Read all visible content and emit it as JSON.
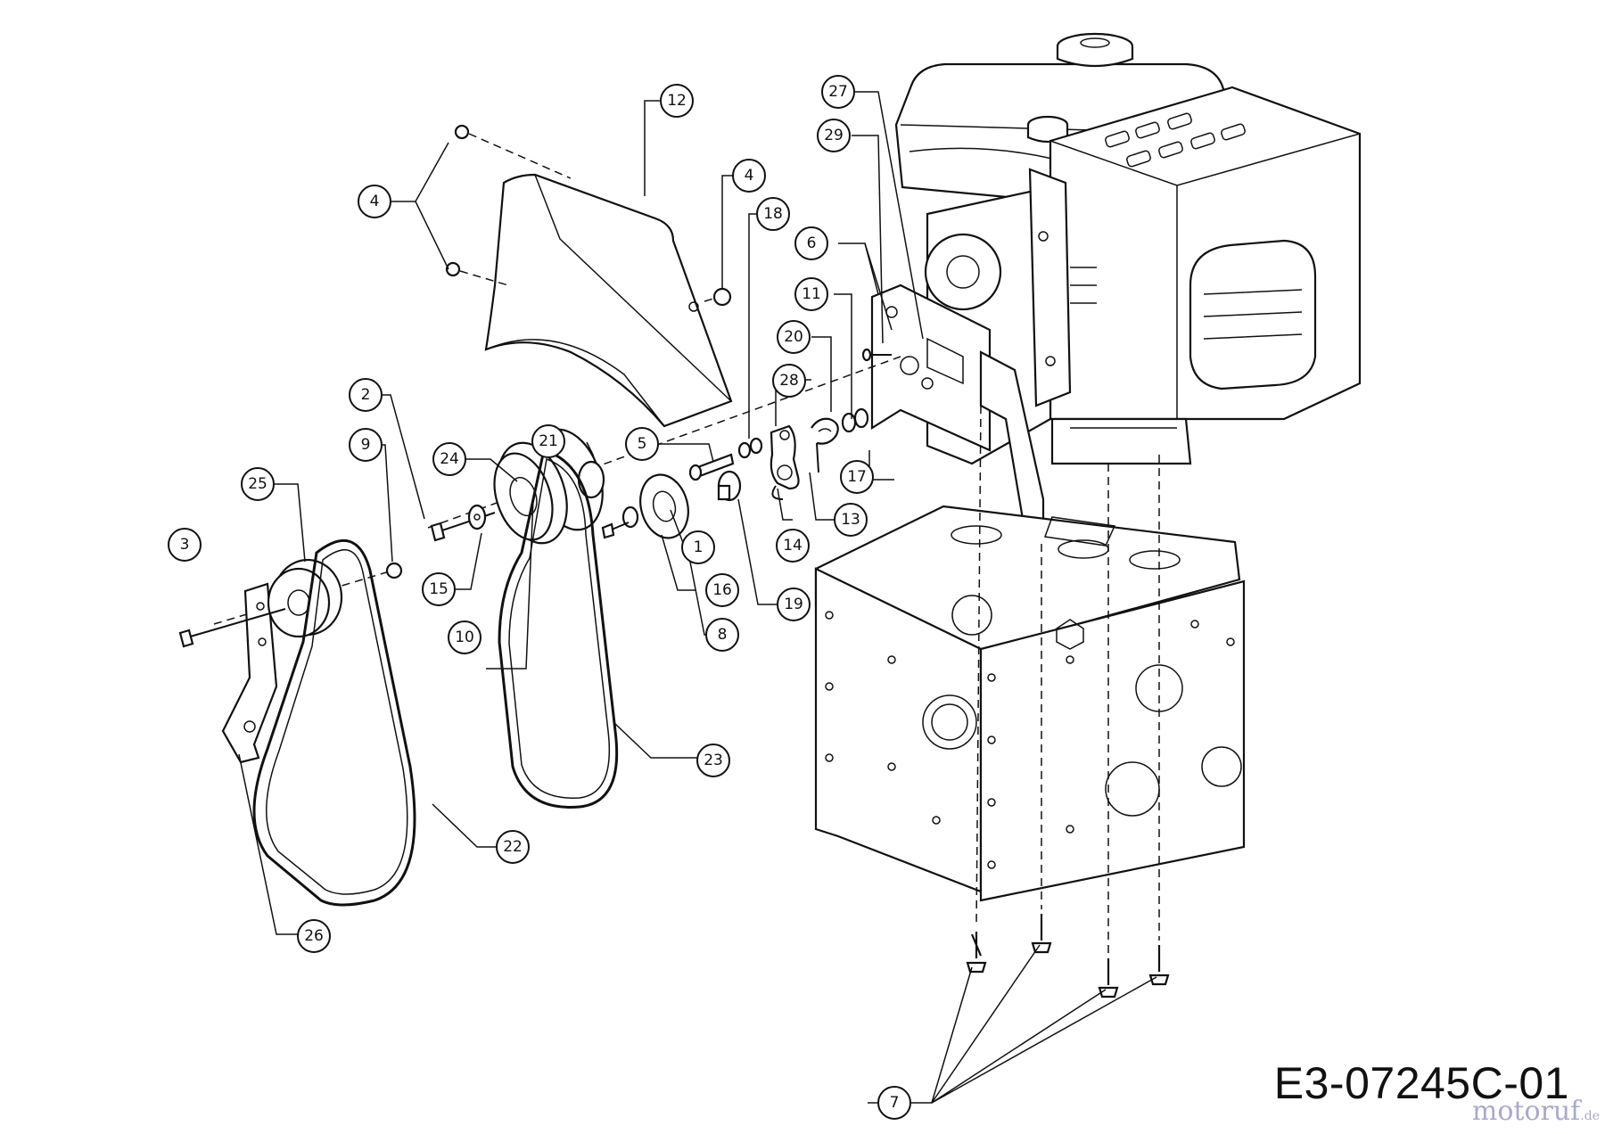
{
  "drawing_code": "E3-07245C-01",
  "watermark": {
    "name": "motoruf",
    "tld": ".de"
  },
  "callouts": [
    "1",
    "2",
    "3",
    "4",
    "4",
    "5",
    "6",
    "7",
    "8",
    "9",
    "10",
    "11",
    "12",
    "13",
    "14",
    "15",
    "16",
    "17",
    "18",
    "19",
    "20",
    "21",
    "22",
    "23",
    "24",
    "25",
    "26",
    "27",
    "28",
    "29"
  ]
}
